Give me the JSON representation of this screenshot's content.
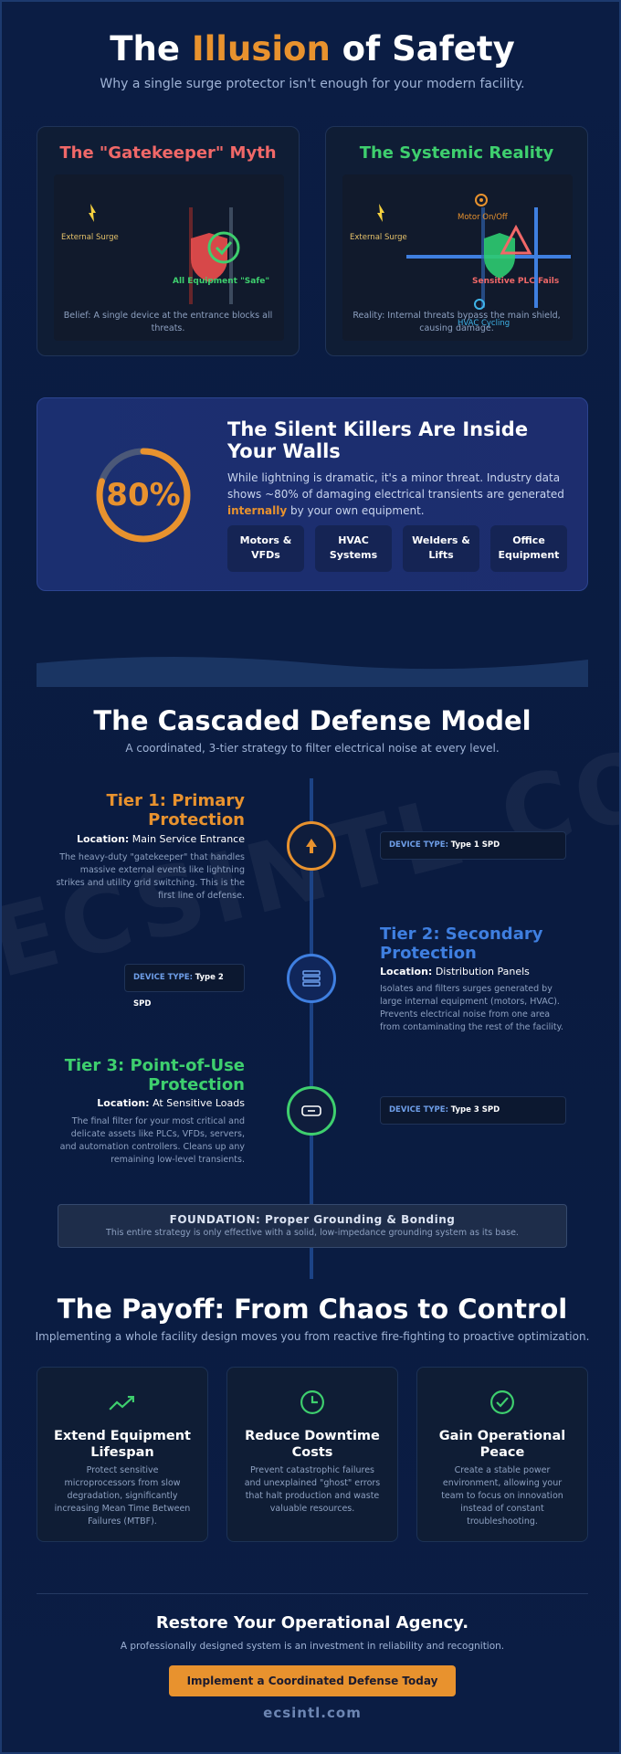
{
  "hero": {
    "title_pre": "The ",
    "title_accent": "Illusion",
    "title_post": " of Safety",
    "subtitle": "Why a single surge protector isn't enough for your modern facility."
  },
  "myth_card": {
    "title": "The \"Gatekeeper\" Myth",
    "external_label": "External Surge",
    "safe_label": "All Equipment \"Safe\"",
    "caption": "Belief: A single device at the entrance blocks all threats."
  },
  "reality_card": {
    "title": "The Systemic Reality",
    "external_label": "External Surge",
    "motor_label": "Motor On/Off",
    "plc_label": "Sensitive PLC Fails",
    "hvac_label": "HVAC Cycling",
    "caption": "Reality: Internal threats bypass the main shield, causing damage."
  },
  "killers": {
    "stat": "80%",
    "stat_value": 0.8,
    "title": "The Silent Killers Are Inside Your Walls",
    "body_pre": "While lightning is dramatic, it's a minor threat. Industry data shows ~80% of damaging electrical transients are generated ",
    "body_emph": "internally",
    "body_post": " by your own equipment.",
    "chips": [
      "Motors & VFDs",
      "HVAC Systems",
      "Welders & Lifts",
      "Office Equipment"
    ]
  },
  "defense": {
    "title": "The Cascaded Defense Model",
    "subtitle": "A coordinated, 3-tier strategy to filter electrical noise at every level.",
    "location_key": "Location:",
    "device_key": "DEVICE TYPE:",
    "tiers": [
      {
        "title": "Tier 1: Primary Protection",
        "location": "Main Service Entrance",
        "desc": "The heavy-duty \"gatekeeper\" that handles massive external events like lightning strikes and utility grid switching. This is the first line of defense.",
        "device": "Type 1 SPD"
      },
      {
        "title": "Tier 2: Secondary Protection",
        "location": "Distribution Panels",
        "desc": "Isolates and filters surges generated by large internal equipment (motors, HVAC). Prevents electrical noise from one area from contaminating the rest of the facility.",
        "device": "Type 2 SPD"
      },
      {
        "title": "Tier 3: Point-of-Use Protection",
        "location": "At Sensitive Loads",
        "desc": "The final filter for your most critical and delicate assets like PLCs, VFDs, servers, and automation controllers. Cleans up any remaining low-level transients.",
        "device": "Type 3 SPD"
      }
    ],
    "foundation_title": "FOUNDATION: Proper Grounding & Bonding",
    "foundation_sub": "This entire strategy is only effective with a solid, low-impedance grounding system as its base."
  },
  "payoff": {
    "title": "The Payoff: From Chaos to Control",
    "subtitle": "Implementing a whole facility design moves you from reactive fire-fighting to proactive optimization.",
    "cards": [
      {
        "icon": "trending-up-icon",
        "title": "Extend Equipment Lifespan",
        "desc": "Protect sensitive microprocessors from slow degradation, significantly increasing Mean Time Between Failures (MTBF)."
      },
      {
        "icon": "clock-icon",
        "title": "Reduce Downtime Costs",
        "desc": "Prevent catastrophic failures and unexplained \"ghost\" errors that halt production and waste valuable resources."
      },
      {
        "icon": "check-circle-icon",
        "title": "Gain Operational Peace",
        "desc": "Create a stable power environment, allowing your team to focus on innovation instead of constant troubleshooting."
      }
    ]
  },
  "cta": {
    "title": "Restore Your Operational Agency.",
    "subtitle": "A professionally designed system is an investment in reliability and recognition.",
    "button": "Implement a Coordinated Defense Today",
    "site": "ecsintl.com",
    "watermark": "ECSINTL.COM"
  },
  "colors": {
    "accent": "#e8922e",
    "myth_red": "#f06868",
    "reality_green": "#3ecf6e",
    "tier2_blue": "#3f7fe0",
    "background": "#0b1d44"
  }
}
